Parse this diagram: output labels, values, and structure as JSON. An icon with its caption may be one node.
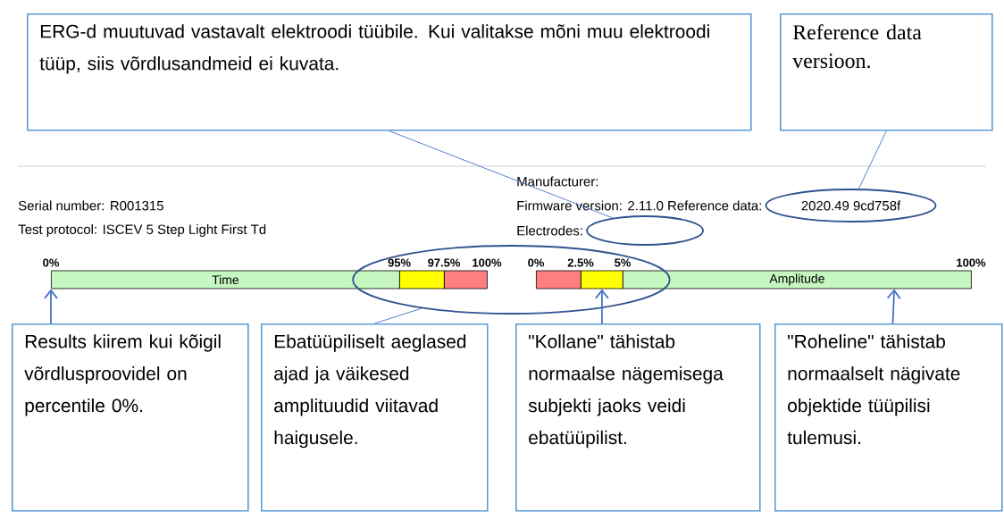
{
  "diagram": {
    "nodes": [
      {
        "text": [
          "ERG-d muutuvad vastavalt elektroodi tüübile. Kui valitakse mõni muu elektroodi tüüp, siis võrdlusandmeid ei kuvata."
        ]
      },
      {
        "text": [
          "Reference data versioon."
        ]
      },
      {
        "text": [
          "2020.49 9cd758f"
        ]
      },
      {
        "text": [],
        "shape": "ellipse"
      },
      {
        "text": [],
        "shape": "ellipse"
      },
      {
        "text": [
          "Time"
        ]
      },
      {
        "text": [],
        "shape": "bar",
        "in": 4
      },
      {
        "text": [],
        "shape": "bar",
        "in": 4
      },
      {
        "text": [],
        "shape": "bar",
        "in": 4
      },
      {
        "text": [],
        "shape": "bar",
        "in": 4
      },
      {
        "text": [
          "Amplitude"
        ]
      },
      {
        "text": [
          "Results kiirem kui kõigil võrdlusproovidel on percentile 0%."
        ]
      },
      {
        "text": [
          "Ebatüüpiliselt aeglased ajad ja väikesed amplituudid viitavad haigusele."
        ]
      },
      {
        "text": [
          "\"Kollane\" tähistab normaalse nägemisega subjekti jaoks veidi ebatüüpilist."
        ]
      },
      {
        "text": [
          "\"Roheline\" tähistab normaalselt nägivate objektide tüüpilisi tulemusi."
        ]
      }
    ],
    "edges": [
      {
        "from": 0,
        "to": 3,
        "arrow": "none"
      },
      {
        "from": 1,
        "to": 2,
        "arrow": "none"
      },
      {
        "from": 12,
        "to": 4,
        "arrow": "none"
      },
      {
        "from": 11,
        "to": 5,
        "arrow": "to"
      },
      {
        "from": 13,
        "to": 9,
        "arrow": "to"
      },
      {
        "from": 14,
        "to": 10,
        "arrow": "to"
      }
    ],
    "labels": [
      "Manufacturer:",
      "Serial number: R001315",
      "Firmware version: 2.11.0 Reference data:",
      "Test protocol: ISCEV 5 Step Light First Td",
      "Electrodes:",
      "0%",
      "95%",
      "97.5%",
      "100%",
      "0%",
      "2.5%",
      "5%",
      "100%"
    ]
  }
}
